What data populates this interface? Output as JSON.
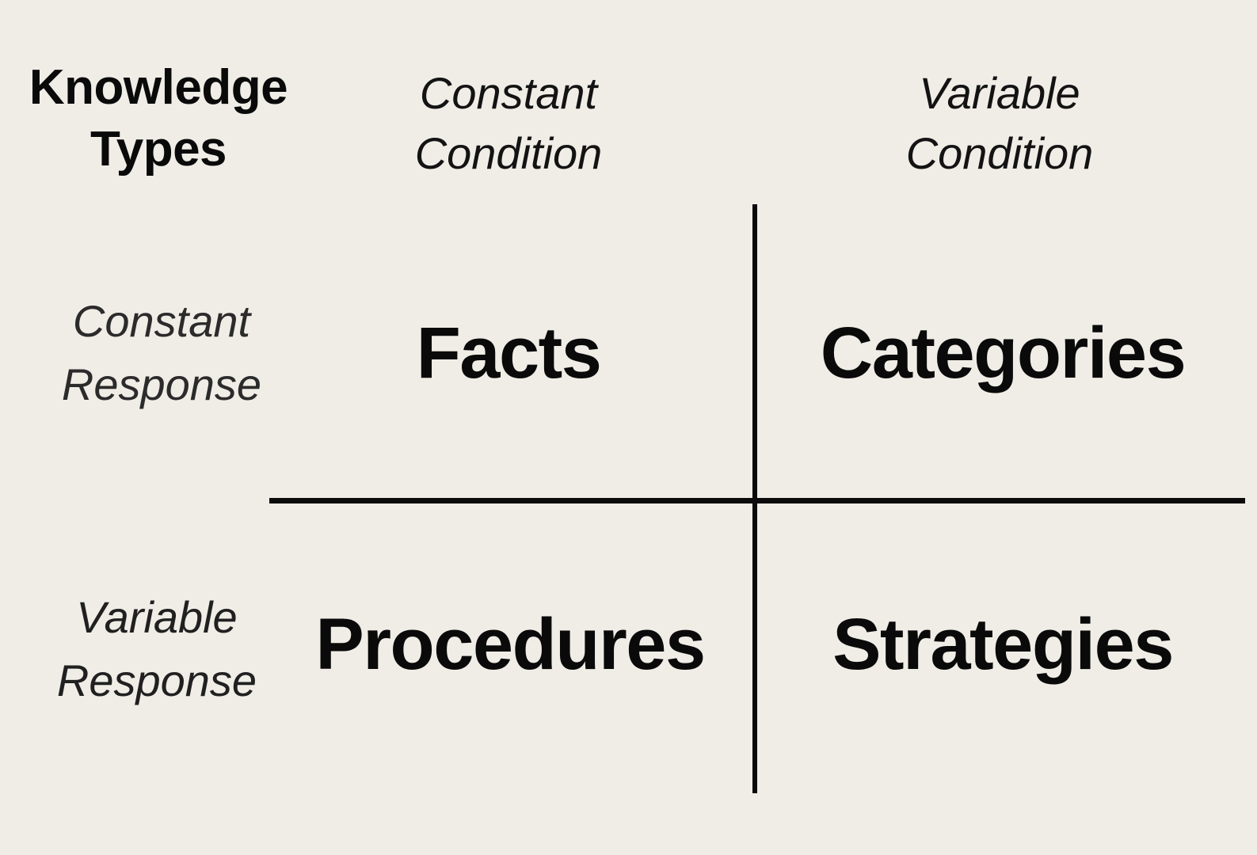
{
  "diagram": {
    "type": "2x2-matrix",
    "corner_title": "Knowledge\nTypes",
    "column_headers": [
      "Constant\nCondition",
      "Variable\nCondition"
    ],
    "row_headers": [
      "Constant\nResponse",
      "Variable\nResponse"
    ],
    "cells": [
      [
        "Facts",
        "Categories"
      ],
      [
        "Procedures",
        "Strategies"
      ]
    ]
  },
  "colors": {
    "background": "#f0ede7",
    "divider_line": "#0b0b0b",
    "strong_text": "#0a0a0a",
    "column_header_text": "#131313",
    "row_header_text": "#2b2b2b"
  }
}
